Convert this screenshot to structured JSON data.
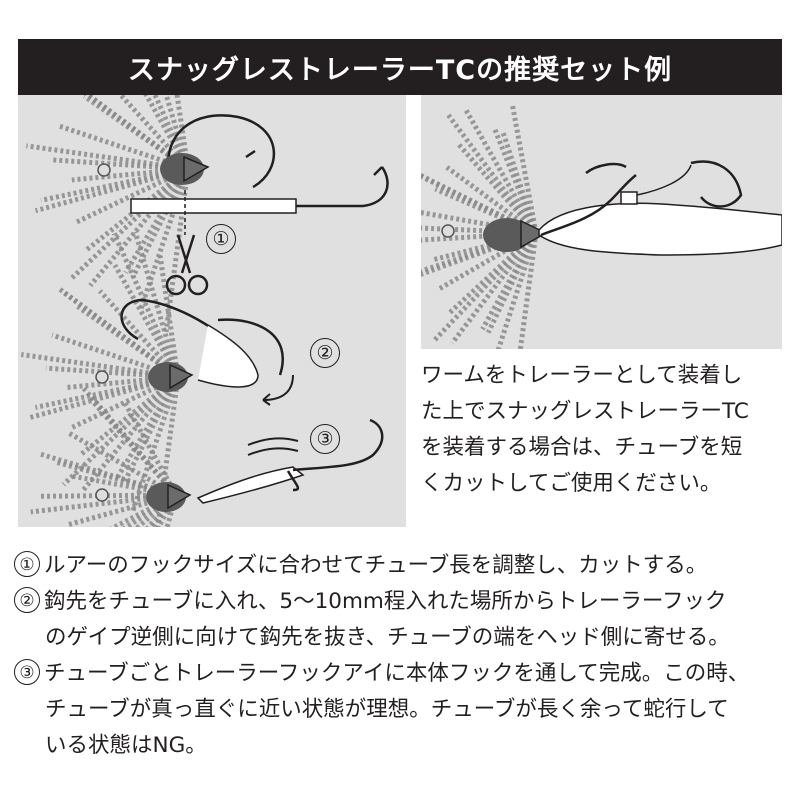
{
  "title": "スナッグレストレーラーTCの推奨セット例",
  "illustration": {
    "step_labels": [
      "①",
      "②",
      "③"
    ]
  },
  "caption_lines": [
    "ワームをトレーラーとして装着し",
    "た上でスナッグレストレーラーTC",
    "を装着する場合は、チューブを短",
    "くカットしてご使用ください。"
  ],
  "notes": [
    {
      "num": "①",
      "lines": [
        "ルアーのフックサイズに合わせてチューブ長を調整し、カットする。"
      ]
    },
    {
      "num": "②",
      "lines": [
        "鈎先をチューブに入れ、5～10mm程入れた場所からトレーラーフック",
        "のゲイプ逆側に向けて鈎先を抜き、チューブの端をヘッド側に寄せる。"
      ]
    },
    {
      "num": "③",
      "lines": [
        "チューブごとトレーラーフックアイに本体フックを通して完成。この時、",
        "チューブが真っ直ぐに近い状態が理想。チューブが長く余って蛇行して",
        "いる状態はNG。"
      ]
    }
  ],
  "colors": {
    "ink": "#231f20",
    "panel_bg": "#e0e0e0",
    "skirt": "#8a8a8a"
  }
}
